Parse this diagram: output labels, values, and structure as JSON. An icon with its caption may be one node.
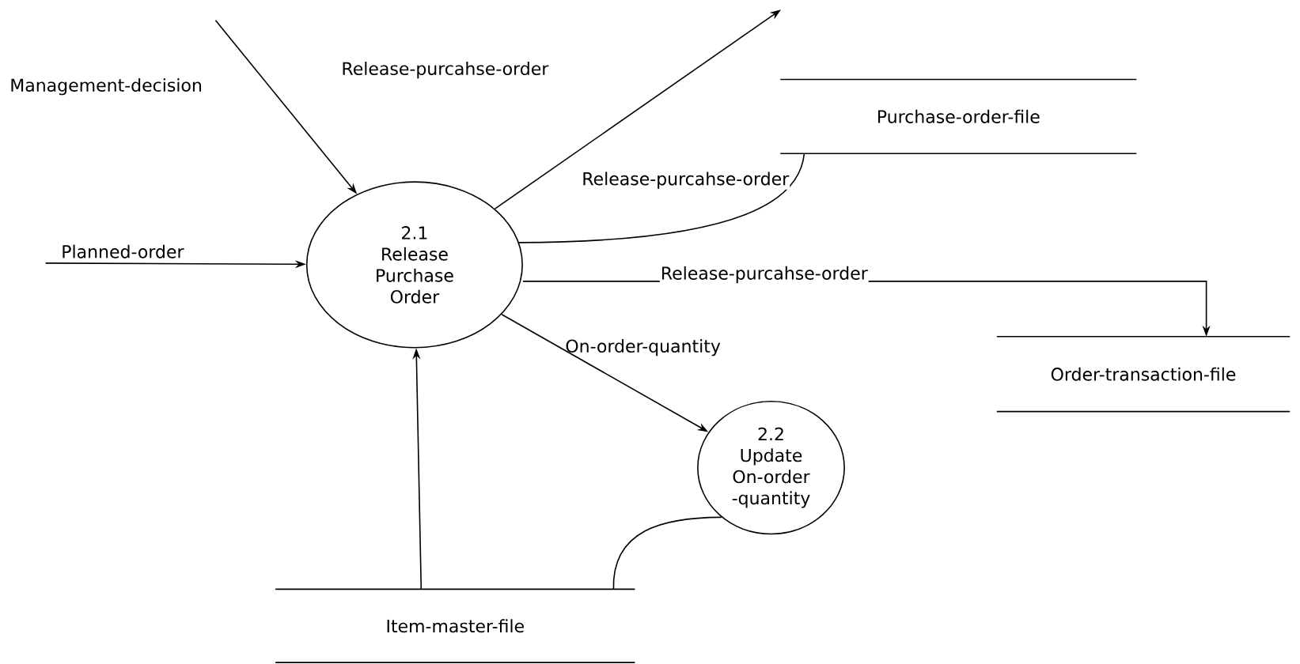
{
  "diagram": {
    "nodes": [
      {
        "text": [
          "2.1",
          "Release Purchase Order"
        ]
      },
      {
        "text": [
          "2.2",
          "Update On-order -quantity"
        ]
      },
      {
        "text": [
          "Purchase-order-file"
        ]
      },
      {
        "text": [
          "Order-transaction-file"
        ]
      },
      {
        "text": [
          "Item-master-file"
        ]
      }
    ],
    "edges": [
      {
        "from": null,
        "to": 0,
        "arrow": "to",
        "label": "Management-decision"
      },
      {
        "from": 0,
        "to": null,
        "arrow": "to",
        "label": "Release-purcahse-order"
      },
      {
        "from": 0,
        "to": 2,
        "arrow": "none",
        "label": "Release-purcahse-order"
      },
      {
        "from": 0,
        "to": 3,
        "arrow": "to",
        "label": "Release-purcahse-order"
      },
      {
        "from": null,
        "to": 0,
        "arrow": "to",
        "label": "Planned-order"
      },
      {
        "from": 0,
        "to": 1,
        "arrow": "to",
        "label": "On-order-quantity"
      },
      {
        "from": 4,
        "to": 0,
        "arrow": "to"
      },
      {
        "from": 4,
        "to": 1,
        "arrow": "none"
      }
    ]
  }
}
